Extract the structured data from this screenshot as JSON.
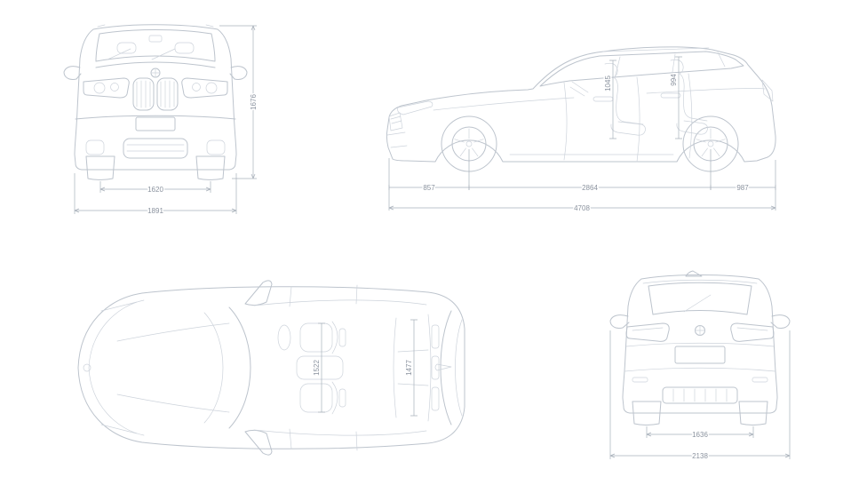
{
  "colors": {
    "background": "#ffffff",
    "car_line": "#bdc4cd",
    "dimension_line": "#a9b1bb",
    "dimension_text": "#8a929e"
  },
  "front_view": {
    "track": "1620",
    "width": "1891",
    "height": "1676"
  },
  "side_view": {
    "front_overhang": "857",
    "wheelbase": "2864",
    "rear_overhang": "987",
    "length": "4708",
    "front_headroom": "1045",
    "rear_headroom": "994"
  },
  "top_view": {
    "front_interior_width": "1522",
    "rear_interior_width": "1477"
  },
  "rear_view": {
    "track": "1636",
    "width_incl_mirrors": "2138"
  }
}
